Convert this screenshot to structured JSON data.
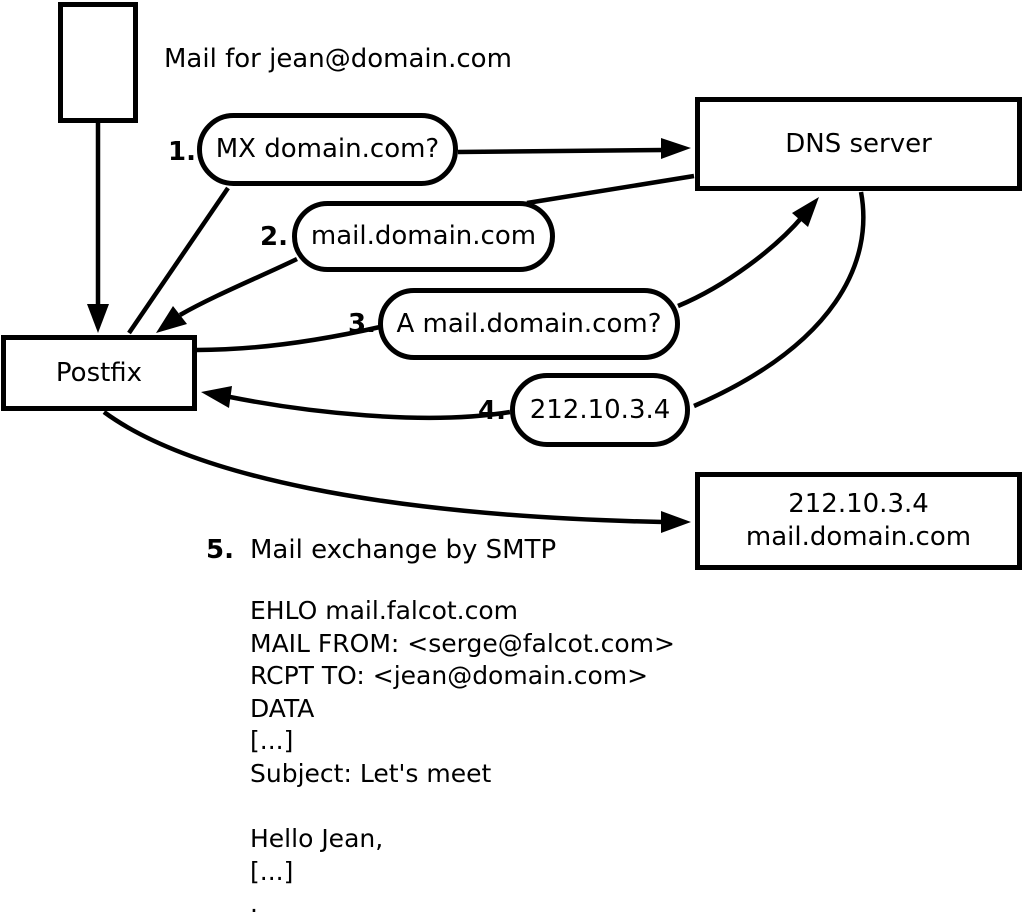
{
  "diagram": {
    "mail_note": "Mail for jean@domain.com",
    "nodes": {
      "postfix": "Postfix",
      "dns_server": "DNS server",
      "mail_server_ip": "212.10.3.4",
      "mail_server_host": "mail.domain.com"
    },
    "steps": [
      {
        "num": "1.",
        "label": "MX domain.com?"
      },
      {
        "num": "2.",
        "label": "mail.domain.com"
      },
      {
        "num": "3.",
        "label": "A mail.domain.com?"
      },
      {
        "num": "4.",
        "label": "212.10.3.4"
      },
      {
        "num": "5.",
        "label": "Mail exchange by SMTP"
      }
    ],
    "smtp_session": "EHLO mail.falcot.com\nMAIL FROM: <serge@falcot.com>\nRCPT TO: <jean@domain.com>\nDATA\n[...]\nSubject: Let's meet\n\nHello Jean,\n[...]\n."
  }
}
